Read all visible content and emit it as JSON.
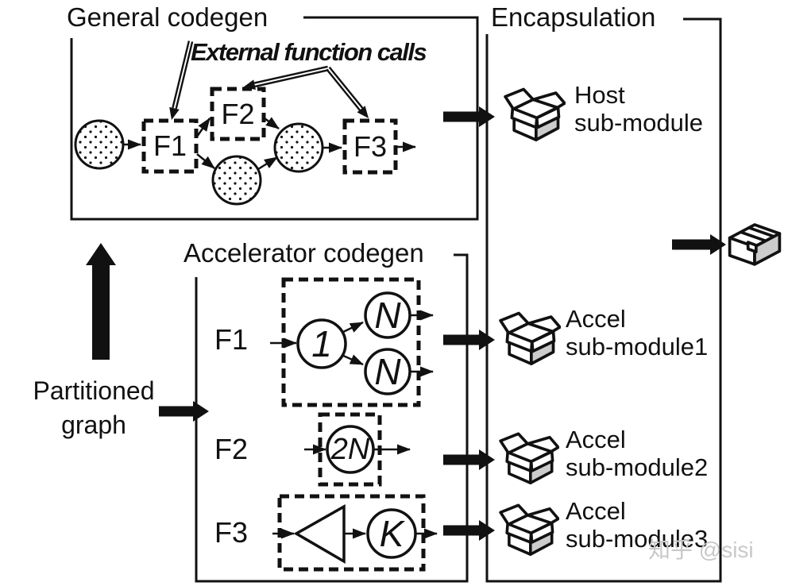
{
  "general": {
    "title": "General codegen",
    "annotation": "External function calls",
    "f1": "F1",
    "f2": "F2",
    "f3": "F3"
  },
  "accelerator": {
    "title": "Accelerator codegen",
    "rows": [
      {
        "label": "F1",
        "nodes": [
          "1",
          "N",
          "N"
        ]
      },
      {
        "label": "F2",
        "nodes": [
          "2N"
        ]
      },
      {
        "label": "F3",
        "nodes": [
          "K"
        ]
      }
    ]
  },
  "encapsulation": {
    "title": "Encapsulation",
    "modules": [
      {
        "name": "Host",
        "detail": "sub-module"
      },
      {
        "name": "Accel",
        "detail": "sub-module1"
      },
      {
        "name": "Accel",
        "detail": "sub-module2"
      },
      {
        "name": "Accel",
        "detail": "sub-module3"
      }
    ]
  },
  "input": {
    "line1": "Partitioned",
    "line2": "graph"
  },
  "watermark": "知乎 @sisi",
  "colors": {
    "ink": "#111111",
    "box_side": "#cccccc",
    "watermark": "#c8c8c8"
  }
}
